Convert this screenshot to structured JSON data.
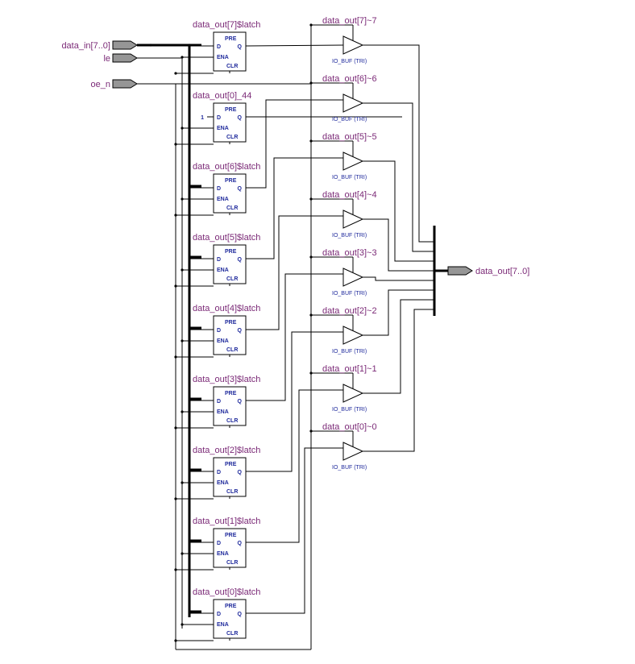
{
  "inputs": {
    "data_in": "data_in[7..0]",
    "le": "le",
    "oe_n": "oe_n"
  },
  "output": "data_out[7..0]",
  "latch_ports": {
    "pre": "PRE",
    "d": "D",
    "q": "Q",
    "ena": "ENA",
    "clr": "CLR"
  },
  "constant_one": "1",
  "latches": [
    "data_out[7]$latch",
    "data_out[0]_44",
    "data_out[6]$latch",
    "data_out[5]$latch",
    "data_out[4]$latch",
    "data_out[3]$latch",
    "data_out[2]$latch",
    "data_out[1]$latch",
    "data_out[0]$latch"
  ],
  "buffers": [
    {
      "name": "data_out[7]~7",
      "type": "IO_BUF (TRI)"
    },
    {
      "name": "data_out[6]~6",
      "type": "IO_BUF (TRI)"
    },
    {
      "name": "data_out[5]~5",
      "type": "IO_BUF (TRI)"
    },
    {
      "name": "data_out[4]~4",
      "type": "IO_BUF (TRI)"
    },
    {
      "name": "data_out[3]~3",
      "type": "IO_BUF (TRI)"
    },
    {
      "name": "data_out[2]~2",
      "type": "IO_BUF (TRI)"
    },
    {
      "name": "data_out[1]~1",
      "type": "IO_BUF (TRI)"
    },
    {
      "name": "data_out[0]~0",
      "type": "IO_BUF (TRI)"
    }
  ]
}
